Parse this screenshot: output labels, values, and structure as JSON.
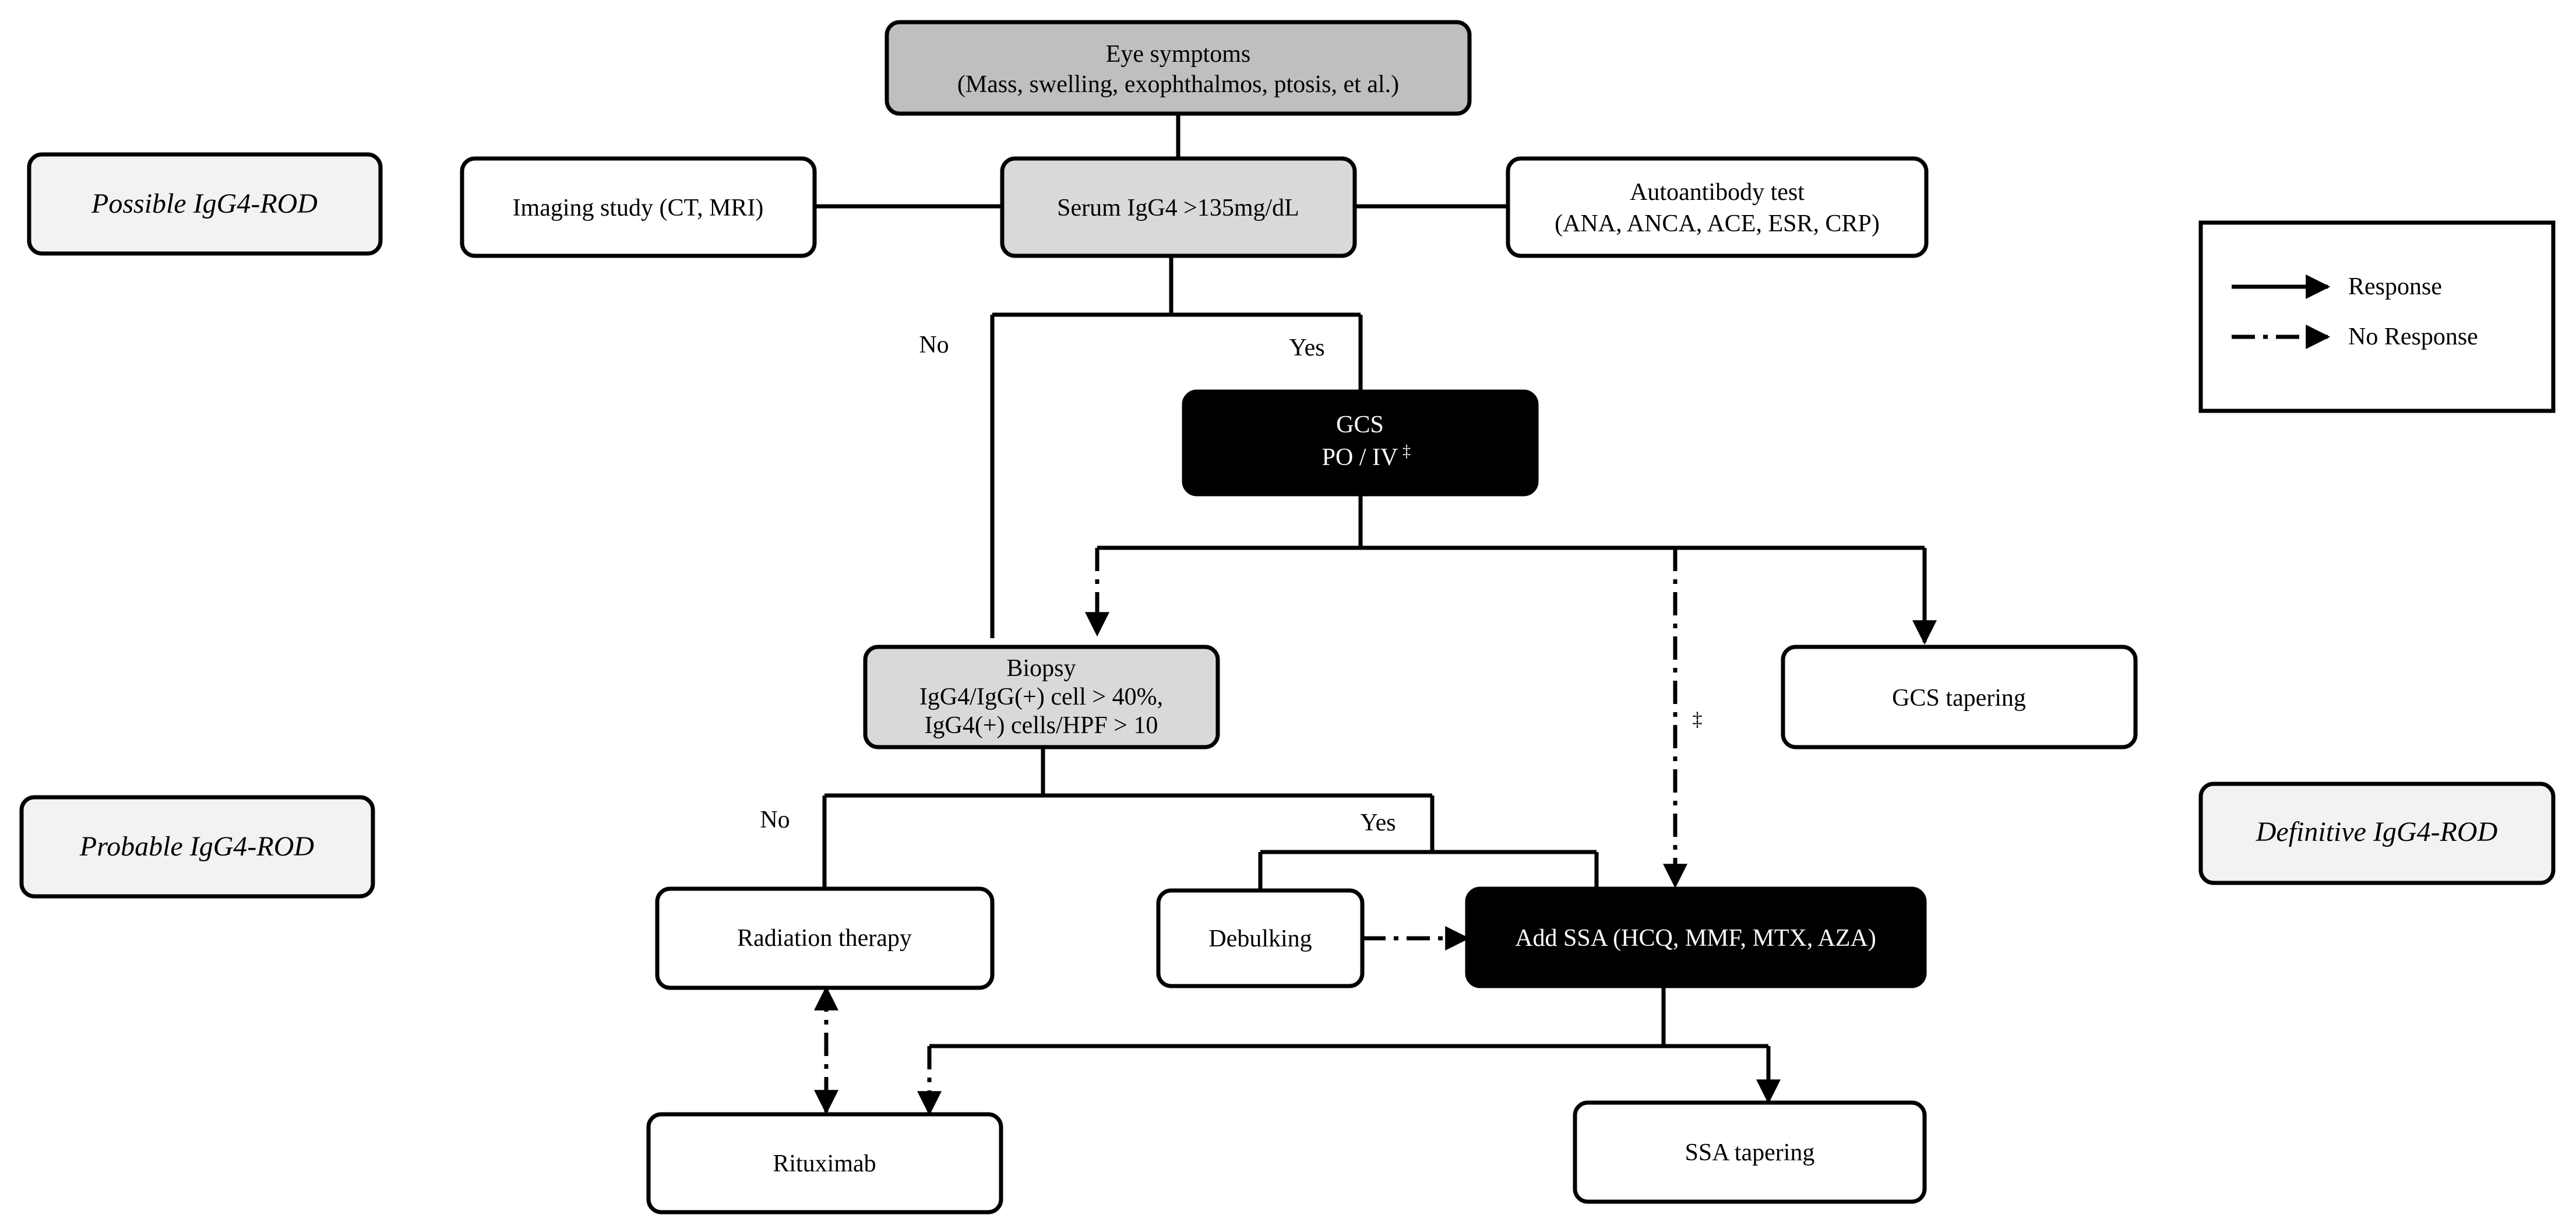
{
  "colors": {
    "line": "#000000",
    "box_white": "#ffffff",
    "box_light_gray": "#f2f2f2",
    "box_gray": "#d9d9d9",
    "box_mid_gray": "#bfbfbf",
    "box_black": "#000000",
    "text_dark": "#000000",
    "text_light": "#ffffff"
  },
  "categories": {
    "possible": "Possible IgG4-ROD",
    "probable": "Probable IgG4-ROD",
    "definitive": "Definitive IgG4-ROD"
  },
  "nodes": {
    "eye_symptoms": {
      "line1": "Eye symptoms",
      "line2": "(Mass, swelling, exophthalmos, ptosis,  et al.)"
    },
    "imaging": {
      "line1": "Imaging study (CT, MRI)"
    },
    "serum": {
      "line1": "Serum IgG4 >135mg/dL"
    },
    "autoantibody": {
      "line1": "Autoantibody test",
      "line2": "(ANA, ANCA, ACE, ESR, CRP)"
    },
    "gcs": {
      "line1": "GCS",
      "line2": "PO / IV",
      "mark": "‡"
    },
    "biopsy": {
      "line1": "Biopsy",
      "line2": "IgG4/IgG(+) cell > 40%,",
      "line3": "IgG4(+) cells/HPF > 10"
    },
    "gcs_tapering": {
      "line1": "GCS tapering"
    },
    "radiation": {
      "line1": "Radiation therapy"
    },
    "debulking": {
      "line1": "Debulking"
    },
    "add_ssa": {
      "line1": "Add SSA (HCQ, MMF, MTX, AZA)"
    },
    "rituximab": {
      "line1": "Rituximab"
    },
    "ssa_tapering": {
      "line1": "SSA tapering"
    }
  },
  "edge_labels": {
    "serum_no": "No",
    "serum_yes": "Yes",
    "biopsy_no": "No",
    "biopsy_yes": "Yes",
    "dagger": "‡"
  },
  "legend": {
    "response": "Response",
    "no_response": "No Response"
  }
}
